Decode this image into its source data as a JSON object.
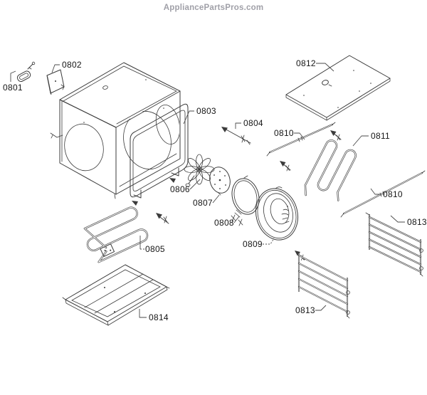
{
  "watermark": "AppliancePartsPros.com",
  "callouts": [
    "0801",
    "0802",
    "0803",
    "0804",
    "0805",
    "0806",
    "0807",
    "0808",
    "0809",
    "0810",
    "0811",
    "0810",
    "0812",
    "0813",
    "0813",
    "0814"
  ],
  "colors": {
    "background": "#ffffff",
    "line_art": "#3b3b3b",
    "label_text": "#151515",
    "watermark_text": "#a0a0a8"
  }
}
